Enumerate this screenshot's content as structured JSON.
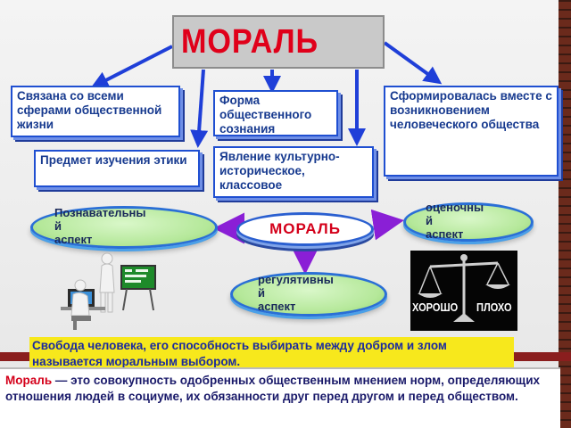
{
  "title": "МОРАЛЬ",
  "boxes": {
    "spheres": "Связана со всеми сферами общественной жизни",
    "form": "Форма общественного сознания",
    "formed": "Сформировалась вместе с возникновением человеческого общества",
    "subject": "Предмет изучения этики",
    "phenomenon": "Явление культурно-историческое, классовое"
  },
  "center": "МОРАЛЬ",
  "aspects": {
    "cognitive": [
      "Познавательны",
      "й",
      "аспект"
    ],
    "evaluative": [
      "оценочны",
      "й",
      "аспект"
    ],
    "regulative": [
      "регулятивны",
      "й",
      "аспект"
    ]
  },
  "scales": {
    "good": "ХОРОШО",
    "bad": "ПЛОХО"
  },
  "freedom_text": "Свобода человека, его способность выбирать между добром и злом называется моральным выбором.",
  "definition": {
    "term": "Мораль",
    "text": " — это совокупность одобренных общественным мнением норм, определяющих отношения людей в социуме, их обязанности друг перед другом и перед обществом."
  },
  "colors": {
    "title_red": "#e0001a",
    "box_border": "#1f4fd1",
    "arrow_blue": "#1f3fd8",
    "arrow_purple": "#8a1fd6",
    "highlight_yellow": "#f7e81c"
  }
}
